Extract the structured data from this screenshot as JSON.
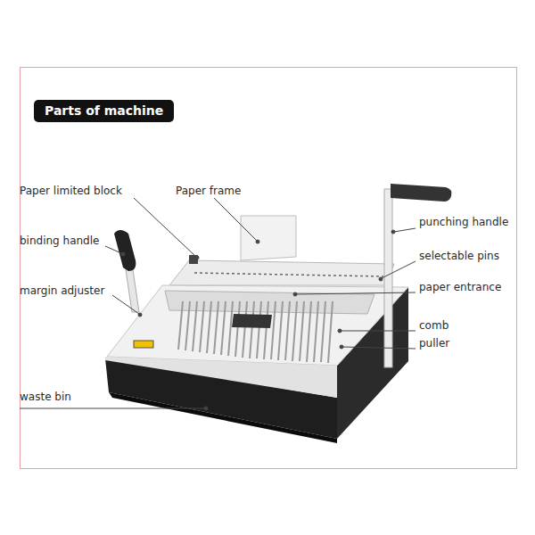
{
  "diagram": {
    "title": "Parts of machine",
    "labels": [
      "Paper limited block",
      "Paper frame",
      "punching handle",
      "binding handle",
      "selectable pins",
      "margin adjuster",
      "paper entrance",
      "comb",
      "puller",
      "waste bin"
    ]
  }
}
